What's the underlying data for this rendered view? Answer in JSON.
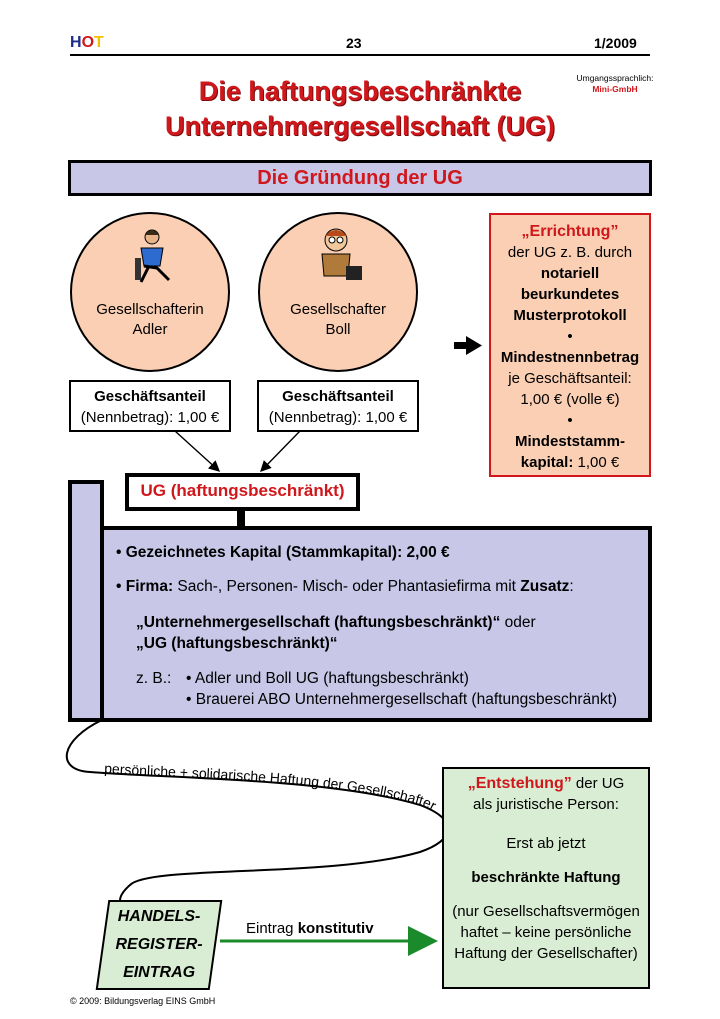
{
  "header": {
    "logo": {
      "h": "H",
      "o": "O",
      "t": "T"
    },
    "page_number": "23",
    "issue": "1/2009"
  },
  "note": {
    "line1": "Umgangssprachlich:",
    "line2": "Mini-GmbH"
  },
  "title": {
    "line1": "Die haftungsbeschränkte",
    "line2": "Unternehmergesellschaft (UG)"
  },
  "banner": "Die Gründung der UG",
  "partners": [
    {
      "name_line1": "Gesellschafterin",
      "name_line2": "Adler",
      "share_title": "Geschäftsanteil",
      "share_value": "(Nennbetrag): 1,00 €"
    },
    {
      "name_line1": "Gesellschafter",
      "name_line2": "Boll",
      "share_title": "Geschäftsanteil",
      "share_value": "(Nennbetrag): 1,00 €"
    }
  ],
  "errichtung": {
    "heading": "„Errichtung”",
    "l1": "der UG z. B. durch",
    "l2": "notariell",
    "l3": "beurkundetes",
    "l4": "Musterprotokoll",
    "bullet": "•",
    "l5": "Mindestnennbetrag",
    "l6": "je Geschäftsanteil:",
    "l7": "1,00 € (volle €)",
    "l8": "Mindeststamm-",
    "l9a": "kapital:",
    "l9b": " 1,00 €"
  },
  "ug_label": "UG (haftungsbeschränkt)",
  "main": {
    "kapital_label": "• Gezeichnetes Kapital (Stammkapital):",
    "kapital_value": "2,00 €",
    "firma_label": "• Firma:",
    "firma_text": " Sach-, Personen- Misch- oder Phantasiefirma mit ",
    "firma_zusatz": "Zusatz",
    "firma_colon": ":",
    "zusatz_1": "„Unternehmergesellschaft (haftungsbeschränkt)“",
    "zusatz_or": " oder",
    "zusatz_2": "„UG (haftungsbeschränkt)“",
    "example_prefix": "z. B.:",
    "example_1": "• Adler und Boll UG (haftungsbeschränkt)",
    "example_2": "• Brauerei ABO Unternehmergesellschaft (haftungsbeschränkt)"
  },
  "liability_curve_text": "persönliche + solidarische Haftung der Gesellschafter",
  "handelsregister": {
    "l1": "HANDELS-",
    "l2": "REGISTER-",
    "l3": "EINTRAG"
  },
  "eintrag": {
    "word": "Eintrag ",
    "bold": "konstitutiv"
  },
  "entstehung": {
    "heading": "„Entstehung”",
    "heading_rest": " der UG",
    "l2": "als juristische Person:",
    "l3": "Erst ab jetzt",
    "l4": "beschränkte Haftung",
    "l5": "(nur Gesellschaftsvermögen",
    "l6": "haftet – keine persönliche",
    "l7": "Haftung der Gesellschafter)"
  },
  "footer": "© 2009: Bildungsverlag EINS GmbH"
}
